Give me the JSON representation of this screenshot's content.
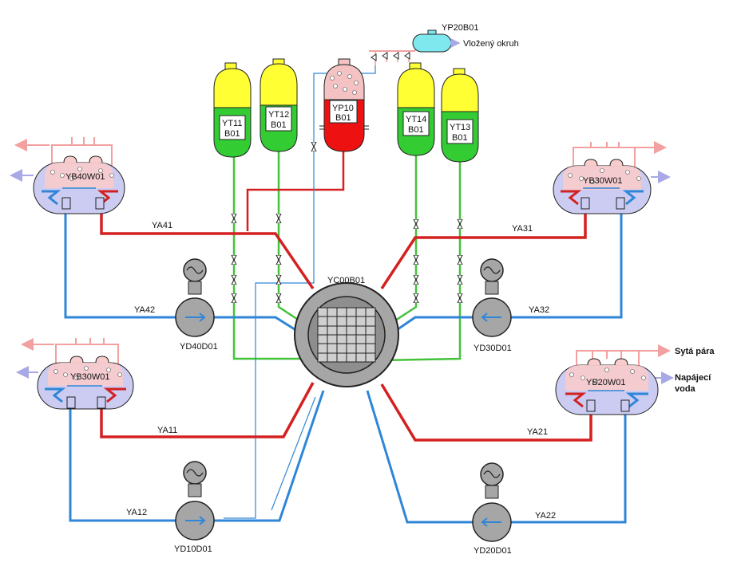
{
  "reactor": {
    "label": "YC00B01"
  },
  "pressurizer": {
    "line1": "YP10",
    "line2": "B01"
  },
  "relief_tank": {
    "label": "YP20B01",
    "circuit_label": "Vložený okruh"
  },
  "accumulators": [
    {
      "line1": "YT11",
      "line2": "B01"
    },
    {
      "line1": "YT12",
      "line2": "B01"
    },
    {
      "line1": "YT14",
      "line2": "B01"
    },
    {
      "line1": "YT13",
      "line2": "B01"
    }
  ],
  "steam_generators": {
    "top_left": "YB40W01",
    "top_right": "YB30W01",
    "bottom_left": "YB30W01",
    "bottom_right": "YB20W01"
  },
  "pumps": {
    "top_left": "YD40D01",
    "top_right": "YD30D01",
    "bottom_left": "YD10D01",
    "bottom_right": "YD20D01"
  },
  "loops": {
    "hot_top_left": "YA41",
    "cold_top_left": "YA42",
    "hot_top_right": "YA31",
    "cold_top_right": "YA32",
    "hot_bottom_left": "YA11",
    "cold_bottom_left": "YA12",
    "hot_bottom_right": "YA21",
    "cold_bottom_right": "YA22"
  },
  "legend": {
    "steam": "Sytá pára",
    "feedwater_1": "Napájecí",
    "feedwater_2": "voda"
  },
  "colors": {
    "hot_leg": "#d42020",
    "cold_leg": "#2f86d8",
    "injection": "#44c23a",
    "steam": "#f2a0a0",
    "feedwater": "#a8a8e6",
    "accumulator_gas": "#ffff33",
    "accumulator_water": "#33cc33",
    "pressurizer_water": "#ee1111",
    "relief_tank": "#7fe7ee",
    "equipment_grey": "#a6a6a6"
  }
}
